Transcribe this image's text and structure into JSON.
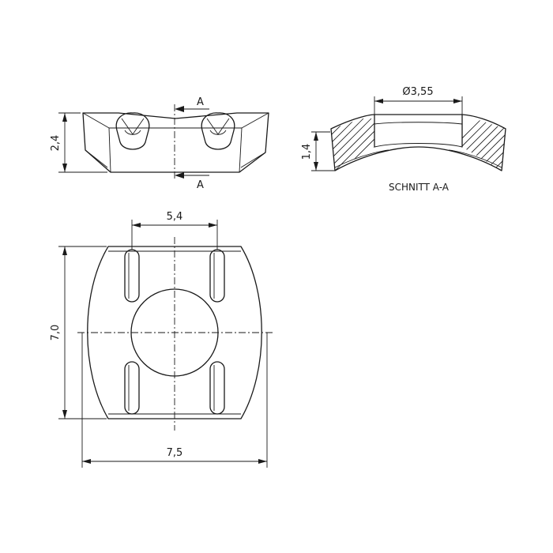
{
  "labels": {
    "height_front": "2,4",
    "section_mark_top": "A",
    "section_mark_bottom": "A",
    "diameter": "Ø3,55",
    "height_section": "1,4",
    "section_title": "SCHNITT A-A",
    "pin_spacing": "5,4",
    "height_top": "7,0",
    "width_top": "7,5"
  }
}
